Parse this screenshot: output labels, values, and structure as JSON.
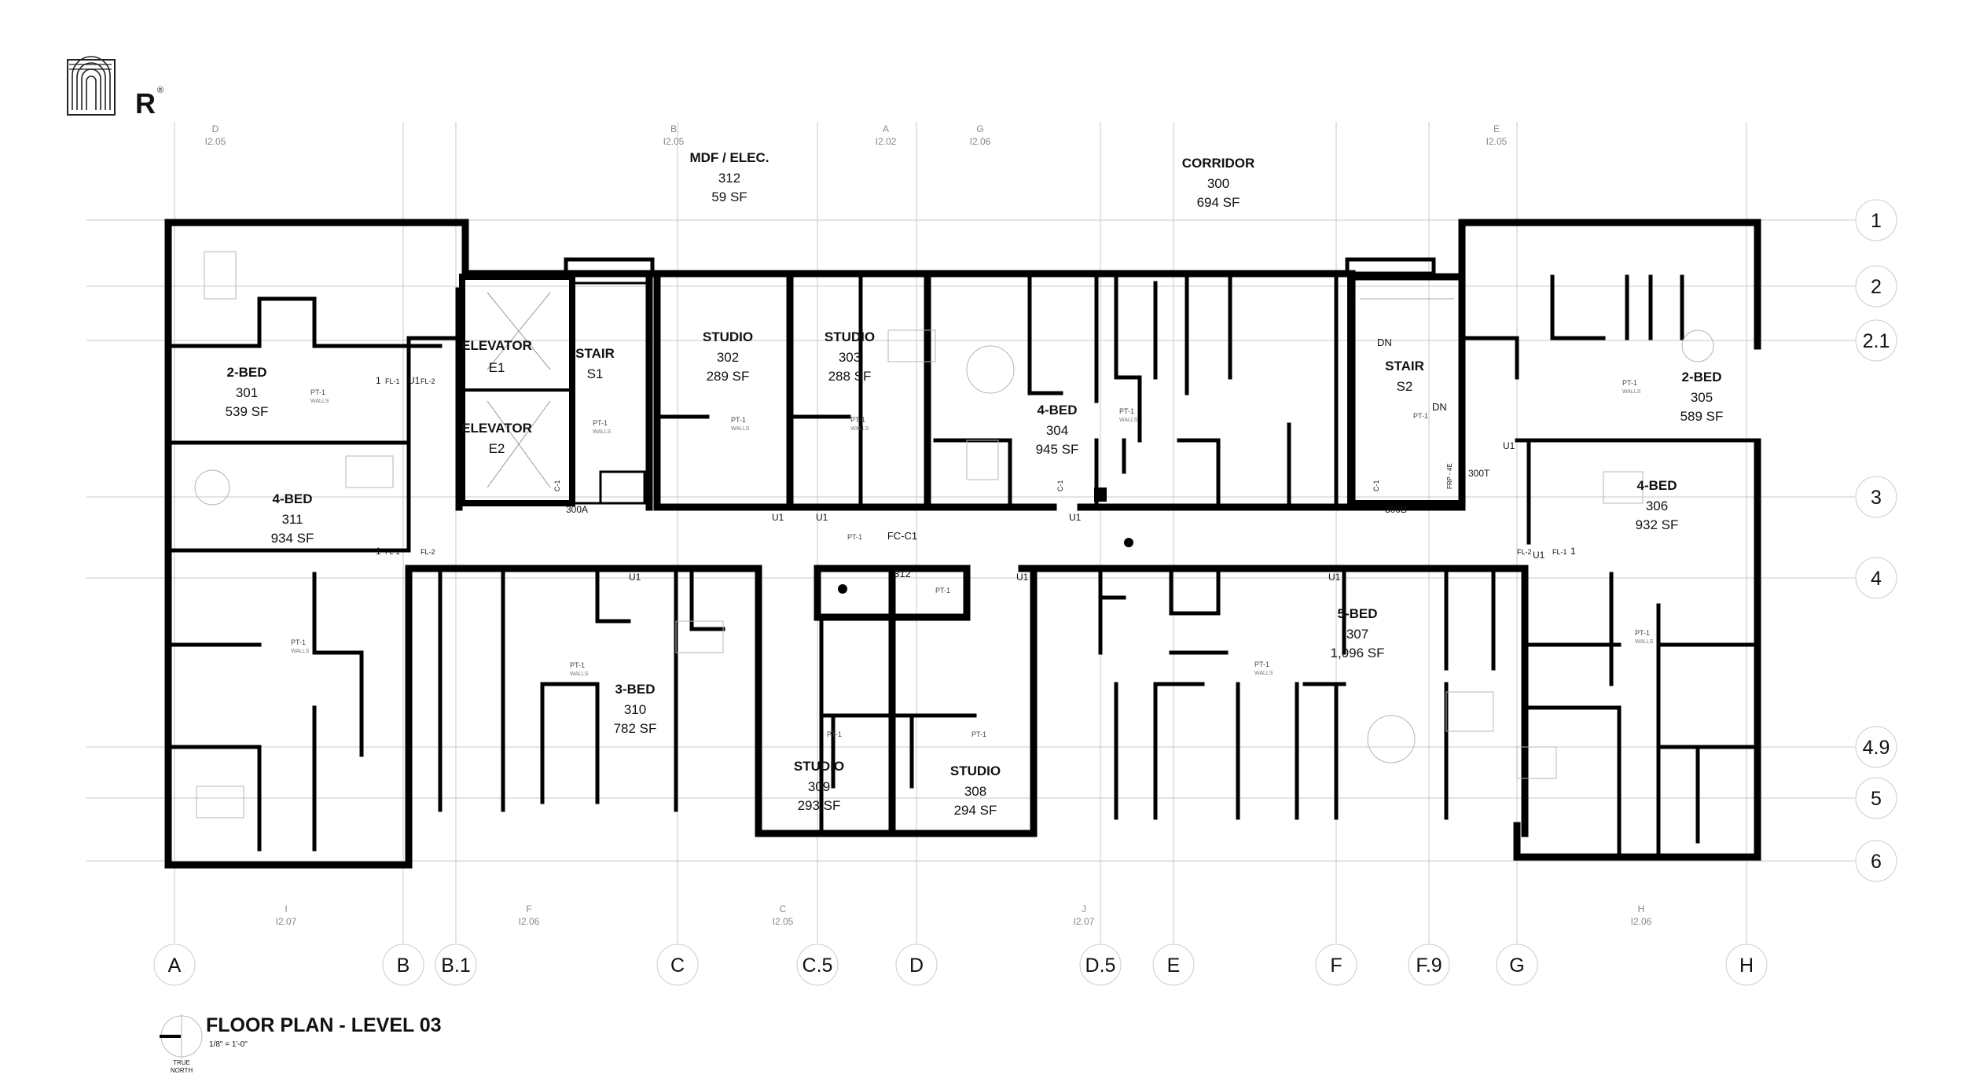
{
  "brand": {
    "logo_letter": "R",
    "registered_mark": "®"
  },
  "plan_title": "FLOOR PLAN - LEVEL 03",
  "scale": "1/8\" = 1'-0\"",
  "north_label_1": "TRUE",
  "north_label_2": "NORTH",
  "column_grid": [
    "A",
    "B",
    "B.1",
    "C",
    "C.5",
    "D",
    "D.5",
    "E",
    "F",
    "F.9",
    "G",
    "H"
  ],
  "row_grid": [
    "1",
    "2",
    "2.1",
    "3",
    "4",
    "4.9",
    "5",
    "6"
  ],
  "elevation_tags_top": [
    {
      "letter": "D",
      "sheet": "I2.05"
    },
    {
      "letter": "B",
      "sheet": "I2.05"
    },
    {
      "letter": "A",
      "sheet": "I2.02"
    },
    {
      "letter": "G",
      "sheet": "I2.06"
    },
    {
      "letter": "E",
      "sheet": "I2.05"
    }
  ],
  "elevation_tags_bottom": [
    {
      "letter": "I",
      "sheet": "I2.07"
    },
    {
      "letter": "F",
      "sheet": "I2.06"
    },
    {
      "letter": "C",
      "sheet": "I2.05"
    },
    {
      "letter": "J",
      "sheet": "I2.07"
    },
    {
      "letter": "H",
      "sheet": "I2.06"
    }
  ],
  "rooms": [
    {
      "id": "mdf",
      "name": "MDF / ELEC.",
      "number": "312",
      "area": "59 SF"
    },
    {
      "id": "corridor",
      "name": "CORRIDOR",
      "number": "300",
      "area": "694 SF"
    },
    {
      "id": "301",
      "name": "2-BED",
      "number": "301",
      "area": "539 SF"
    },
    {
      "id": "e1",
      "name": "ELEVATOR",
      "number": "E1",
      "area": ""
    },
    {
      "id": "e2",
      "name": "ELEVATOR",
      "number": "E2",
      "area": ""
    },
    {
      "id": "s1",
      "name": "STAIR",
      "number": "S1",
      "area": ""
    },
    {
      "id": "302",
      "name": "STUDIO",
      "number": "302",
      "area": "289 SF"
    },
    {
      "id": "303",
      "name": "STUDIO",
      "number": "303",
      "area": "288 SF"
    },
    {
      "id": "304",
      "name": "4-BED",
      "number": "304",
      "area": "945 SF"
    },
    {
      "id": "s2",
      "name": "STAIR",
      "number": "S2",
      "area": ""
    },
    {
      "id": "305",
      "name": "2-BED",
      "number": "305",
      "area": "589 SF"
    },
    {
      "id": "311",
      "name": "4-BED",
      "number": "311",
      "area": "934 SF"
    },
    {
      "id": "306",
      "name": "4-BED",
      "number": "306",
      "area": "932 SF"
    },
    {
      "id": "310",
      "name": "3-BED",
      "number": "310",
      "area": "782 SF"
    },
    {
      "id": "309",
      "name": "STUDIO",
      "number": "309",
      "area": "293 SF"
    },
    {
      "id": "308",
      "name": "STUDIO",
      "number": "308",
      "area": "294 SF"
    },
    {
      "id": "307",
      "name": "5-BED",
      "number": "307",
      "area": "1,096 SF"
    }
  ],
  "tags": {
    "fcc1": "FC-C1",
    "room312": "312",
    "r300a": "300A",
    "r300b": "300B",
    "r300t": "300T",
    "dn": "DN",
    "u1": "U1",
    "fl1": "FL-1",
    "fl2": "FL-2",
    "c1": "C-1",
    "pt1": "PT-1",
    "walls": "WALLS",
    "frp": "FRP - 4E",
    "one": "1"
  }
}
